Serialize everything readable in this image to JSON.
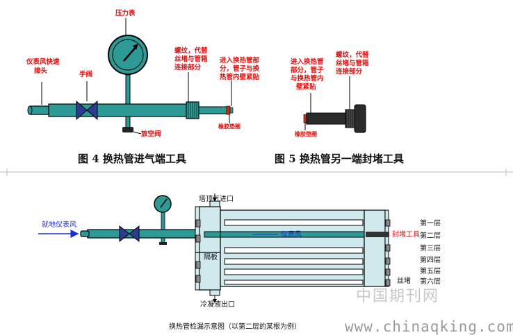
{
  "fig4": {
    "label_pressure_gauge": "压力表",
    "label_quick_connector_l1": "仪表风快速",
    "label_quick_connector_l2": "接头",
    "label_hand_valve": "手阀",
    "label_thread_l1": "螺纹，代替",
    "label_thread_l2": "丝堵与管箱",
    "label_thread_l3": "连接部分",
    "label_enter_l1": "进入换热管部",
    "label_enter_l2": "分，管子与换",
    "label_enter_l3": "热管内壁紧贴",
    "label_vent_valve": "放空阀",
    "label_rubber_ring": "橡胶垫圈",
    "caption": "图 4  换热管进气端工具"
  },
  "fig5": {
    "label_enter_l1": "进入换热管",
    "label_enter_l2": "部分，管子",
    "label_enter_l3": "与换热管内",
    "label_enter_l4": "壁紧贴",
    "label_thread_l1": "螺纹，代替",
    "label_thread_l2": "丝堵与管箱",
    "label_thread_l3": "连接部分",
    "label_rubber_ring": "橡胶垫圈",
    "caption": "图 5 换热管另一端封堵工具"
  },
  "diagram": {
    "label_ground_air": "就地仪表风",
    "label_top_vent": "塔顶气进口",
    "label_instrument_air": "仪表风",
    "label_plug_tool": "封堵工具",
    "label_baffle": "隔板",
    "label_plug": "丝堵",
    "label_condensate": "冷凝液出口",
    "layers": [
      "第一层",
      "第二层",
      "第三层",
      "第四层",
      "第五层",
      "第六层"
    ],
    "caption": "换热管检漏示意图（以第二层的某根为例）"
  },
  "watermark": {
    "cn": "中国期刊网",
    "url": "www.chinaqking.com"
  },
  "colors": {
    "pipe": "#2e9a96",
    "shell": "#cfe9ec",
    "label_red": "#e01010",
    "arrow_blue": "#1a2fd0"
  }
}
